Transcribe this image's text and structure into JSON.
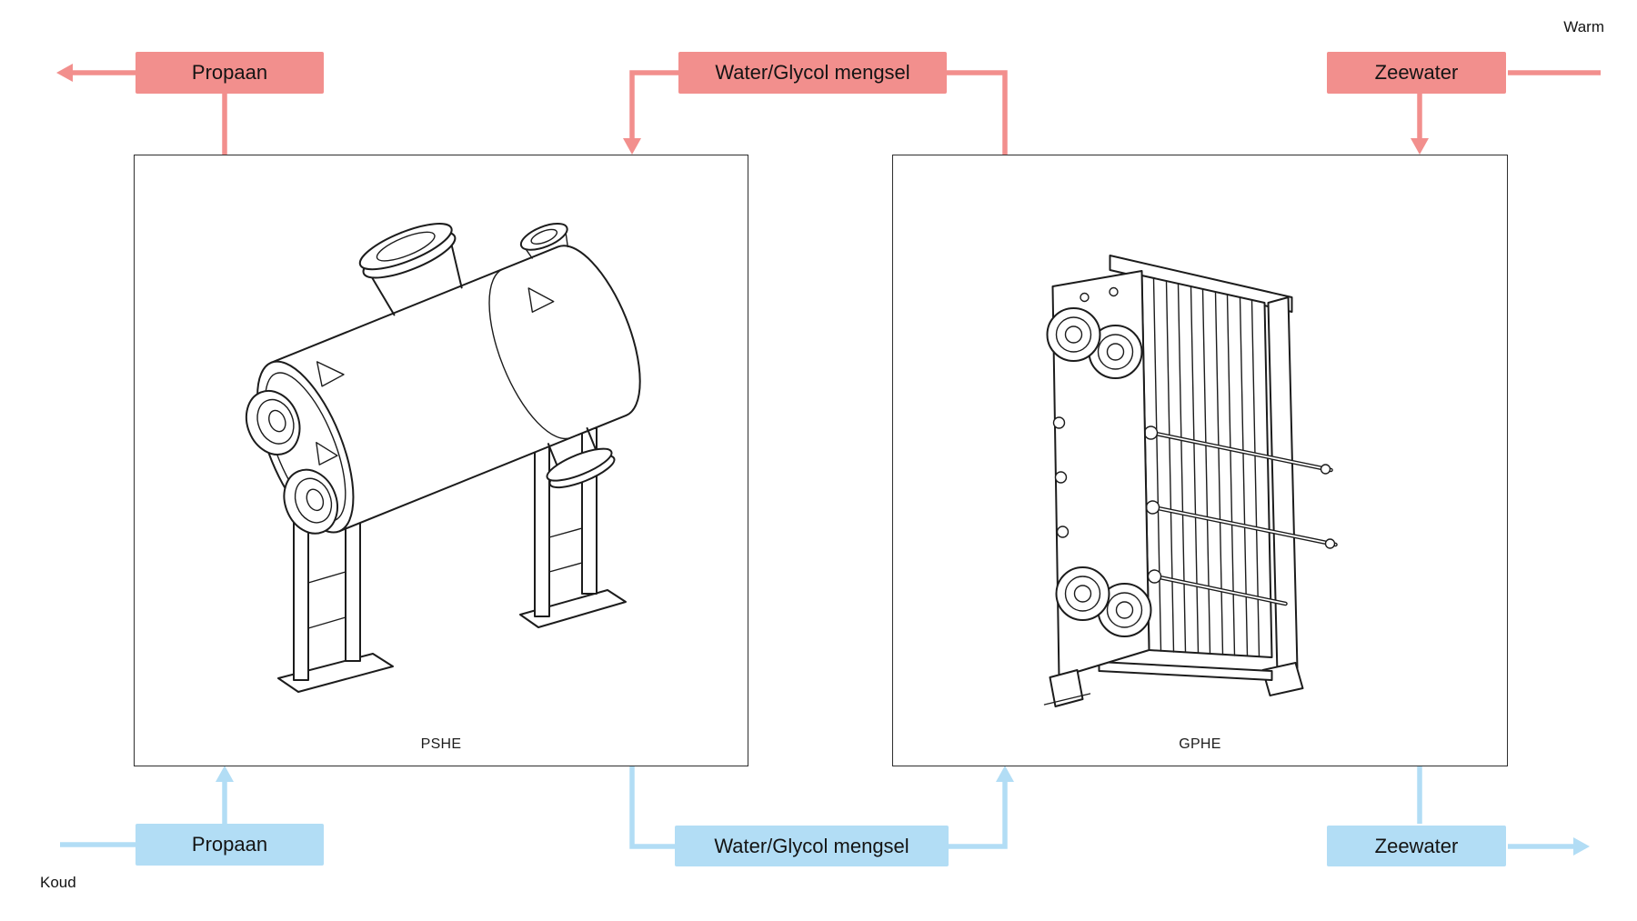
{
  "colors": {
    "warm": "#f28f8d",
    "cold": "#b2ddf5",
    "line": "#1c1c1c"
  },
  "corner_labels": {
    "warm": "Warm",
    "cold": "Koud"
  },
  "flows": {
    "warm_propaan": "Propaan",
    "warm_water_glycol": "Water/Glycol mengsel",
    "warm_zeewater": "Zeewater",
    "cold_propaan": "Propaan",
    "cold_water_glycol": "Water/Glycol mengsel",
    "cold_zeewater": "Zeewater"
  },
  "equipment": {
    "left_label": "PSHE",
    "right_label": "GPHE"
  }
}
